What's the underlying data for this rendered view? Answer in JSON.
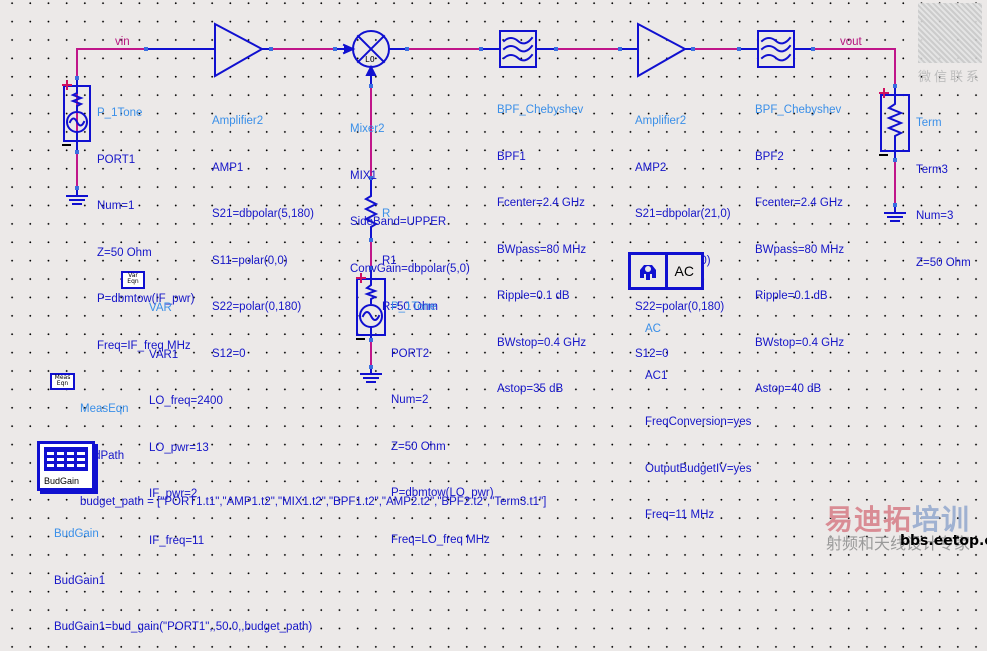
{
  "colors": {
    "background": "#ECE9E8",
    "component": "#1010D0",
    "wire": "#C0168A",
    "label": "#1515C8",
    "type_label": "#3A8FE8",
    "pin": "#3A6FE0"
  },
  "nets": {
    "vin": "vin",
    "vout": "vout"
  },
  "components": {
    "port1": {
      "type": "P_1Tone",
      "lines": [
        "PORT1",
        "Num=1",
        "Z=50 Ohm",
        "P=dbmtow(IF_pwr)",
        "Freq=IF_freq MHz"
      ]
    },
    "amp1": {
      "type": "Amplifier2",
      "lines": [
        "AMP1",
        "S21=dbpolar(5,180)",
        "S11=polar(0,0)",
        "S22=polar(0,180)",
        "S12=0"
      ]
    },
    "mix1": {
      "type": "Mixer2",
      "lines": [
        "MIX1",
        "SideBand=UPPER",
        "ConvGain=dbpolar(5,0)"
      ],
      "lo_label": "LO"
    },
    "r1": {
      "type": "R",
      "lines": [
        "R1",
        "R=50 Ohm"
      ]
    },
    "port2": {
      "type": "P_1Tone",
      "lines": [
        "PORT2",
        "Num=2",
        "Z=50 Ohm",
        "P=dbmtow(LO_pwr)",
        "Freq=LO_freq MHz"
      ]
    },
    "bpf1": {
      "type": "BPF_Chebyshev",
      "lines": [
        "BPF1",
        "Fcenter=2.4 GHz",
        "BWpass=80 MHz",
        "Ripple=0.1 dB",
        "BWstop=0.4 GHz",
        "Astop=35 dB"
      ]
    },
    "amp2": {
      "type": "Amplifier2",
      "lines": [
        "AMP2",
        "S21=dbpolar(21,0)",
        "S11=polar(0,0)",
        "S22=polar(0,180)",
        "S12=0"
      ]
    },
    "bpf2": {
      "type": "BPF_Chebyshev",
      "lines": [
        "BPF2",
        "Fcenter=2.4 GHz",
        "BWpass=80 MHz",
        "Ripple=0.1 dB",
        "BWstop=0.4 GHz",
        "Astop=40 dB"
      ]
    },
    "term3": {
      "type": "Term",
      "lines": [
        "Term3",
        "Num=3",
        "Z=50 Ohm"
      ]
    }
  },
  "var": {
    "icon_text": [
      "Var",
      "Eqn"
    ],
    "type": "VAR",
    "lines": [
      "VAR1",
      "LO_freq=2400",
      "LO_pwr=13",
      "IF_pwr=2",
      "IF_freq=11"
    ]
  },
  "meas": {
    "icon_text": [
      "Meas",
      "Eqn"
    ],
    "type": "MeasEqn",
    "lines": [
      "BudPath",
      "budget_path = [\"PORT1.t1\",\"AMP1.t2\",\"MIX1.t2\",\"BPF1.t2\",\"AMP2.t2\",\"BPF2.t2\",\"Term3.t1\"]"
    ]
  },
  "ac": {
    "icon_text": "AC",
    "type": "AC",
    "lines": [
      "AC1",
      "FreqConversion=yes",
      "OutputBudgetIV=yes",
      "Freq=11 MHz"
    ]
  },
  "budgain": {
    "icon_caption": "BudGain",
    "type": "BudGain",
    "lines": [
      "BudGain1",
      "BudGain1=bud_gain(\"PORT1\",,50.0,,budget_path)"
    ]
  },
  "watermark": {
    "qr_label": "微信联系",
    "brand_a": "易迪拓",
    "brand_b": "培训",
    "subtitle": "射频和天线设计专家",
    "url": "bbs.eetop.cn"
  }
}
